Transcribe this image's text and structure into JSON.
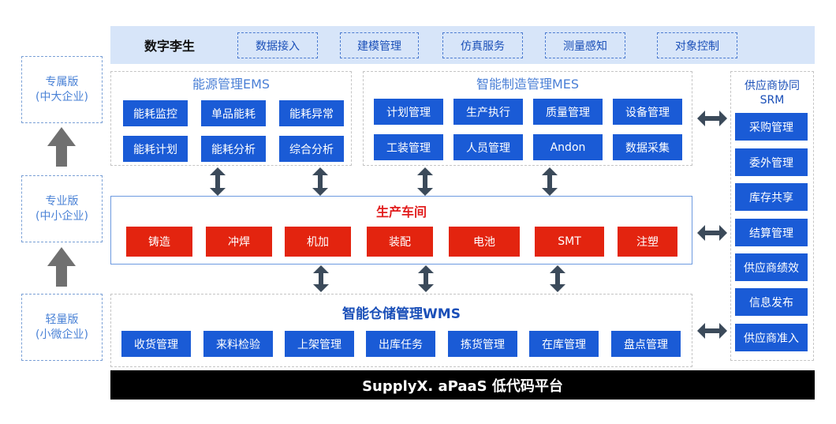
{
  "editions": [
    {
      "name": "专属版",
      "sub": "(中大企业)"
    },
    {
      "name": "专业版",
      "sub": "(中小企业)"
    },
    {
      "name": "轻量版",
      "sub": "(小微企业)"
    }
  ],
  "digital_twin": {
    "title": "数字李生",
    "items": [
      "数据接入",
      "建模管理",
      "仿真服务",
      "测量感知",
      "对象控制"
    ]
  },
  "ems": {
    "title": "能源管理EMS",
    "row1": [
      "能耗监控",
      "单品能耗",
      "能耗异常"
    ],
    "row2": [
      "能耗计划",
      "能耗分析",
      "综合分析"
    ]
  },
  "mes": {
    "title": "智能制造管理MES",
    "row1": [
      "计划管理",
      "生产执行",
      "质量管理",
      "设备管理"
    ],
    "row2": [
      "工装管理",
      "人员管理",
      "Andon",
      "数据采集"
    ]
  },
  "workshop": {
    "title": "生产车间",
    "items": [
      "铸造",
      "冲焊",
      "机加",
      "装配",
      "电池",
      "SMT",
      "注塑"
    ]
  },
  "wms": {
    "title": "智能仓储管理WMS",
    "items": [
      "收货管理",
      "来料检验",
      "上架管理",
      "出库任务",
      "拣货管理",
      "在库管理",
      "盘点管理"
    ]
  },
  "srm": {
    "title_line1": "供应商协同",
    "title_line2": "SRM",
    "items": [
      "采购管理",
      "委外管理",
      "库存共享",
      "结算管理",
      "供应商绩效",
      "信息发布",
      "供应商准入"
    ]
  },
  "platform": {
    "label": "SupplyX. aPaaS 低代码平台"
  }
}
